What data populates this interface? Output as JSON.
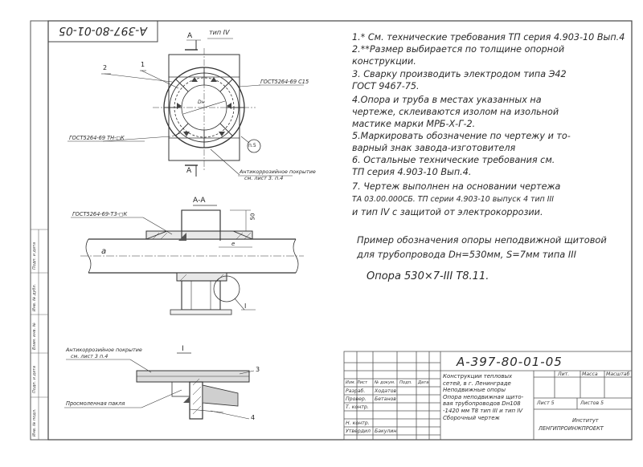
{
  "stamp_rotated": "А-397-80-01-05",
  "view_label": "тип IV",
  "labels": {
    "a_top": "А",
    "a_bottom": "А",
    "callout_2": "2",
    "callout_1": "1",
    "gost_weld_c15": "ГОСТ5264-69 С15",
    "gost_weld_tn": "ГОСТ5264-69 ТН-◻К",
    "dn_mark": "Dн",
    "callout_n5": "п.5",
    "anticorrosion_note_1": "Антикоррозийное покрытие",
    "anticorrosion_ref_1": "см. лист 3. п.4",
    "section_aa": "А-А",
    "gost_weld_t3": "ГОСТ5264-69-Т3-◻К",
    "dim_50": "50",
    "pipe_label_a": "а",
    "dim_e": "е",
    "detail_ref_1": "I",
    "detail_title": "I",
    "anticorrosion_note_2": "Антикоррозийное покрытие",
    "anticorrosion_ref_2": "см. лист 3 п.4",
    "callout_3": "3",
    "callout_4": "4",
    "pad_label": "Просмоленная пакля"
  },
  "notes": [
    "1.* См. технические требования ТП серия 4.903-10 Вып.4",
    "2.**Размер выбирается по толщине опорной",
    "   конструкции.",
    "3. Сварку производить электродом типа Э42",
    "   ГОСТ 9467-75.",
    "4.Опора и труба в местах указанных на",
    "   чертеже, склеиваются изолом на изольной",
    "   мастике марки МРБ-Х-Г-2.",
    "5.Маркировать обозначение по чертежу и то-",
    "   варный знак завода-изготовителя",
    "6. Остальные технические требования см.",
    "   ТП серия 4.903-10 Вып.4.",
    "7. Чертеж выполнен на основании чертежа",
    "   ТА 03.00.000СБ. ТП серии 4.903-10 выпуск 4 тип III",
    "   и тип IV с защитой от электрокоррозии."
  ],
  "example": {
    "line1": "Пример обозначения опоры неподвижной щитовой",
    "line2": "для трубопровода Dн=530мм, S=7мм типа III",
    "designation": "Опора 530×7-III Т8.11."
  },
  "title_block": {
    "doc_number": "А-397-80-01-05",
    "title_lines": [
      "Конструкции тепловых",
      "сетей, в г. Ленинграде",
      "Неподвижные опоры",
      "Опора неподвижная щито-",
      "вая трубопроводов Dн108",
      "-1420 мм  Т8 тип III и тип IV",
      "Сборочный чертеж"
    ],
    "col_heads": [
      "Лит.",
      "Масса",
      "Масштаб"
    ],
    "sheet": "Лист 5",
    "sheets": "Листов 5",
    "org_line1": "Институт",
    "org_line2": "ЛЕНГИПРОИНЖПРОЕКТ",
    "rows": [
      {
        "role": "Изм. Лист",
        "name": "№ докум.",
        "sign": "Подп.",
        "date": "Дата"
      },
      {
        "role": "Разраб.",
        "name": "Ходатов",
        "sign": "",
        "date": ""
      },
      {
        "role": "Провер.",
        "name": "Бетанов",
        "sign": "",
        "date": ""
      },
      {
        "role": "Т. контр.",
        "name": "",
        "sign": "",
        "date": ""
      },
      {
        "role": "",
        "name": "",
        "sign": "",
        "date": ""
      },
      {
        "role": "Н. контр.",
        "name": "",
        "sign": "",
        "date": ""
      },
      {
        "role": "Утвердил",
        "name": "Бакулин",
        "sign": "",
        "date": ""
      }
    ]
  },
  "side_strip": [
    "Инв. № подл.",
    "Подп. и дата",
    "Взам. инв. №",
    "Инв. № дубл.",
    "Подп. и дата"
  ]
}
